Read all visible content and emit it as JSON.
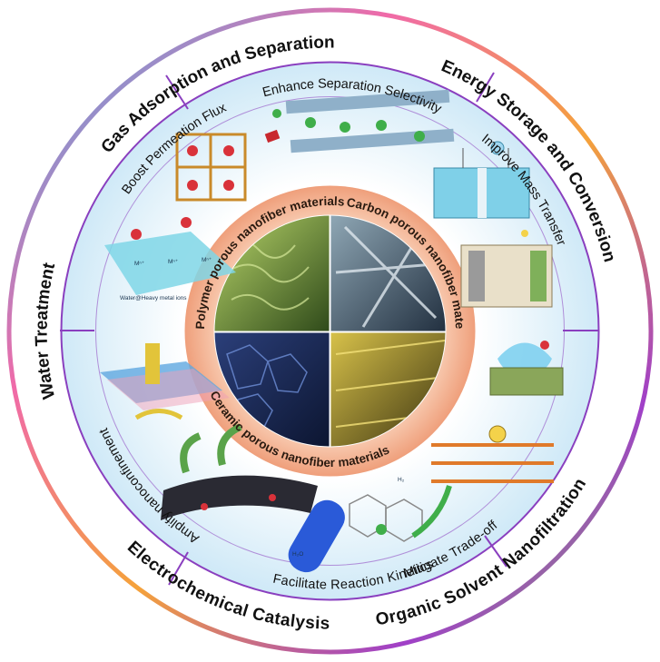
{
  "outer_ring": {
    "top": "Gas Adsorption and Separation",
    "right_top": "Energy Storage and Conversion",
    "right_bottom": "Organic Solvent Nanofiltration",
    "bottom": "Electrochemical Catalysis",
    "left": "Water Treatment"
  },
  "middle_ring": {
    "top": "Enhance Separation Selectivity",
    "top_left": "Boost Permeation Flux",
    "right_top": "Improve Mass Transfer",
    "right_bottom": "Mitigate Trade-off",
    "bottom": "Facilitate Reaction Kinetics",
    "left_bottom": "Amplify nanoconfinement"
  },
  "core": {
    "top_left": "Polymer porous nanofiber materials",
    "top_right": "Carbon porous nanofiber materials",
    "bottom": "Ceramic porous nanofiber materials"
  },
  "illustration_text": {
    "heavy_metal_caption": "Water@Heavy metal ions",
    "ion_label": "Mⁿ⁺",
    "hydrogen_label": "H₂",
    "water_label": "H₂O"
  },
  "colors": {
    "ring_blue": "#3fb2ea",
    "ring_orange": "#f5a23a",
    "ring_purple": "#a03fc8",
    "ring_green": "#7cc948",
    "ring_pink": "#e84a92",
    "inner_band": "#ffffff",
    "core_ring": "#f3b494",
    "middle_fill": "#e9f6fd",
    "divider": "#8a3fbf"
  }
}
